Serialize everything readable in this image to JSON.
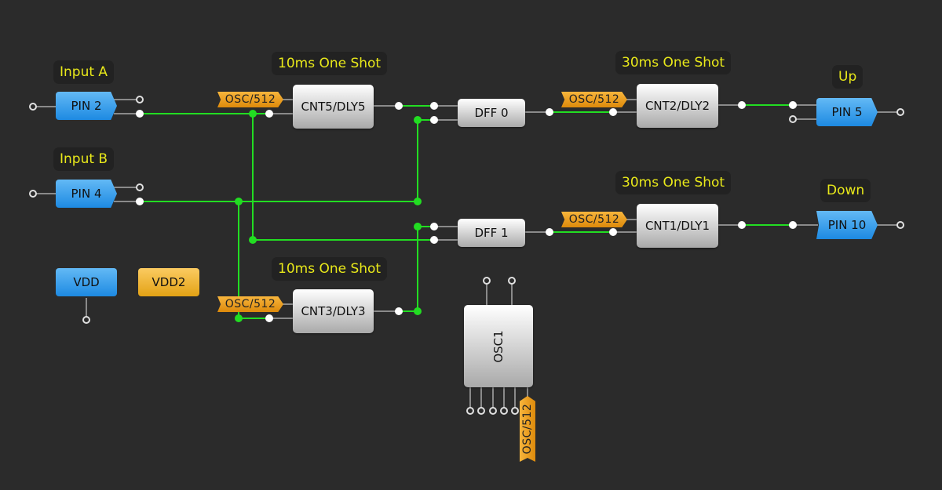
{
  "canvas": {
    "background": "#2b2b2b",
    "wire_color": "#22dd22",
    "pin_color": "#1d8ae2",
    "osc_color": "#f0a020",
    "label_color": "#e8e81a"
  },
  "labels": {
    "input_a": "Input A",
    "input_b": "Input B",
    "one_shot_5": "10ms One Shot",
    "one_shot_3": "10ms One Shot",
    "one_shot_2": "30ms One Shot",
    "one_shot_1": "30ms One Shot",
    "up": "Up",
    "down": "Down"
  },
  "pins": {
    "pin2": "PIN 2",
    "pin4": "PIN 4",
    "pin5": "PIN 5",
    "pin10": "PIN 10"
  },
  "power": {
    "vdd": "VDD",
    "vdd2": "VDD2"
  },
  "blocks": {
    "cnt5": "CNT5/DLY5",
    "cnt3": "CNT3/DLY3",
    "cnt2": "CNT2/DLY2",
    "cnt1": "CNT1/DLY1",
    "dff0": "DFF 0",
    "dff1": "DFF 1",
    "osc1": "OSC1"
  },
  "clock_tags": {
    "cnt5": "OSC/512",
    "cnt3": "OSC/512",
    "cnt2": "OSC/512",
    "cnt1": "OSC/512",
    "osc1_out": "OSC/512"
  }
}
